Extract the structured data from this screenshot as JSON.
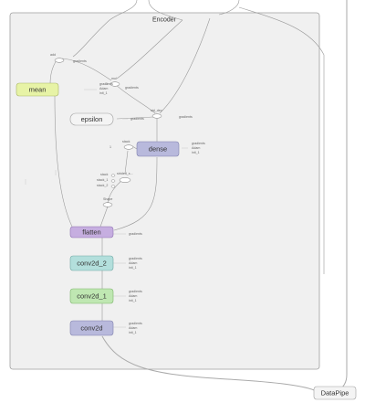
{
  "group": {
    "title": "Encoder"
  },
  "external": {
    "datapipe": "DataPipe"
  },
  "nodes": {
    "mean": "mean",
    "epsilon": "epsilon",
    "dense": "dense",
    "flatten": "flatten",
    "conv2d_2": "conv2d_2",
    "conv2d_1": "conv2d_1",
    "conv2d": "conv2d"
  },
  "ops": {
    "add": "add",
    "mul": "mul",
    "std_dev": "std_dev",
    "stack": "stack",
    "strided_s": "strided_s...",
    "shape": "Shape"
  },
  "port_labels": {
    "gradients": "gradients",
    "adam": "Adam",
    "init1": "init_1",
    "stack_labels": [
      "stack",
      "stack_1",
      "stack_2"
    ],
    "axis": "1",
    "mul_axis": "1"
  },
  "colors": {
    "mean": "#e7f3a6",
    "epsilon": "#f4f4f4",
    "dense": "#b8b9dc",
    "flatten": "#c6aee0",
    "conv2d_2": "#b3dfdc",
    "conv2d_1": "#bfe7b2",
    "conv2d": "#b8b9dc",
    "group_bg": "#f0f0f0",
    "group_border": "#9f9f9f"
  }
}
